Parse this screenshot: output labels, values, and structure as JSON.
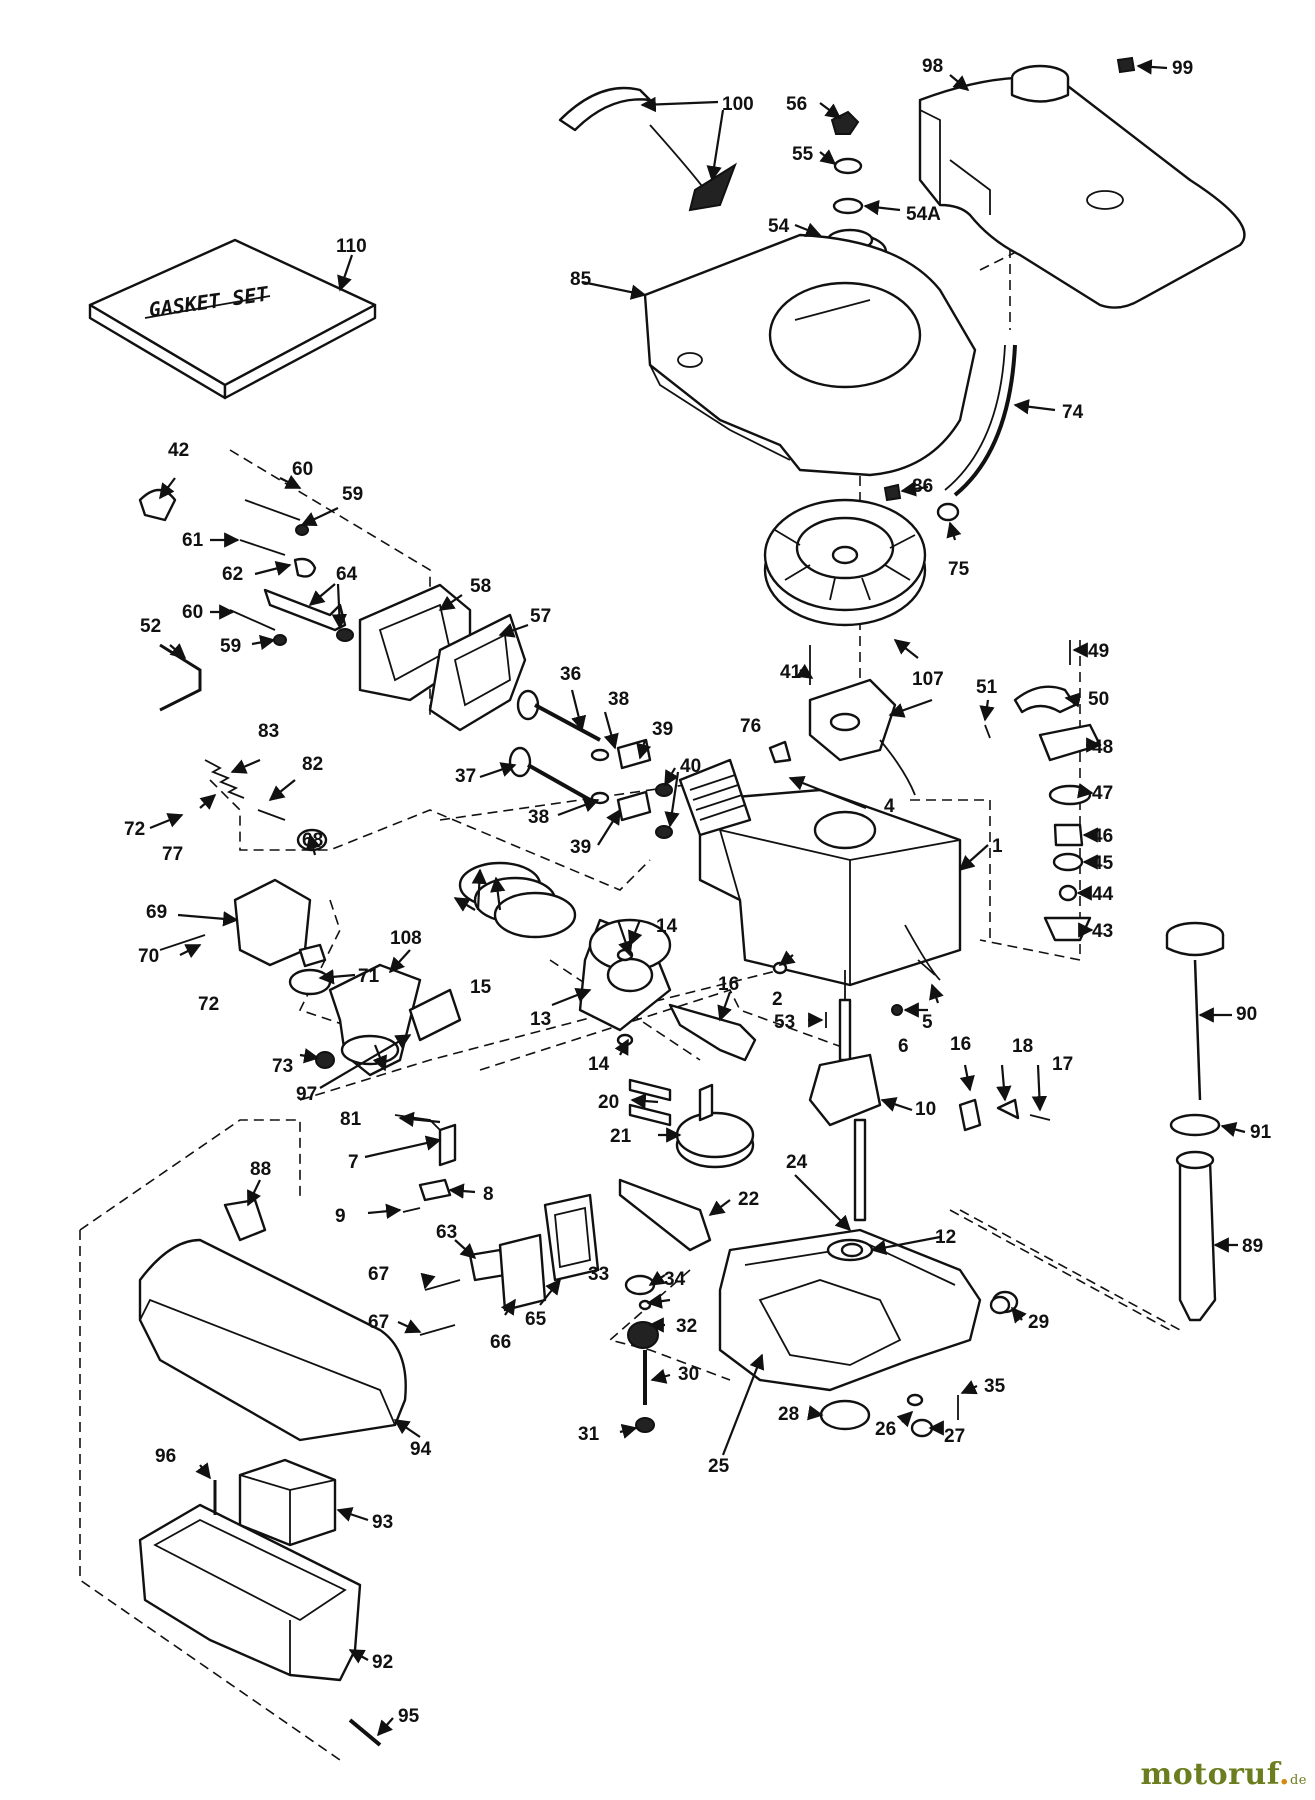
{
  "diagram": {
    "gasket_set_text": "GASKET SET",
    "labels": {
      "l1": "1",
      "l2": "2",
      "l4": "4",
      "l5": "5",
      "l6": "6",
      "l7": "7",
      "l8": "8",
      "l9": "9",
      "l10": "10",
      "l12": "12",
      "l13": "13",
      "l14a": "14",
      "l14b": "14",
      "l15": "15",
      "l16a": "16",
      "l16b": "16",
      "l17": "17",
      "l18": "18",
      "l20": "20",
      "l21": "21",
      "l22": "22",
      "l24": "24",
      "l25": "25",
      "l26": "26",
      "l27": "27",
      "l28": "28",
      "l29": "29",
      "l30": "30",
      "l31": "31",
      "l32": "32",
      "l33": "33",
      "l34": "34",
      "l35": "35",
      "l36": "36",
      "l37": "37",
      "l38a": "38",
      "l38b": "38",
      "l39a": "39",
      "l39b": "39",
      "l40": "40",
      "l41": "41",
      "l42": "42",
      "l43": "43",
      "l44": "44",
      "l45": "45",
      "l46": "46",
      "l47": "47",
      "l48": "48",
      "l49": "49",
      "l50": "50",
      "l51": "51",
      "l52": "52",
      "l53": "53",
      "l54": "54",
      "l54a": "54A",
      "l55": "55",
      "l56": "56",
      "l57": "57",
      "l58": "58",
      "l59a": "59",
      "l59b": "59",
      "l60a": "60",
      "l60b": "60",
      "l61": "61",
      "l62": "62",
      "l63": "63",
      "l64": "64",
      "l65": "65",
      "l66": "66",
      "l67a": "67",
      "l67b": "67",
      "l68": "68",
      "l69": "69",
      "l70": "70",
      "l71": "71",
      "l72a": "72",
      "l72b": "72",
      "l73": "73",
      "l74": "74",
      "l75": "75",
      "l76": "76",
      "l77": "77",
      "l81": "81",
      "l82": "82",
      "l83": "83",
      "l85": "85",
      "l86": "86",
      "l88": "88",
      "l89": "89",
      "l90": "90",
      "l91": "91",
      "l92": "92",
      "l93": "93",
      "l94": "94",
      "l95": "95",
      "l96": "96",
      "l97": "97",
      "l98": "98",
      "l99": "99",
      "l100": "100",
      "l107": "107",
      "l108": "108",
      "l110": "110"
    }
  },
  "watermark": {
    "name": "motoruf",
    "dot": ".",
    "suffix": "de",
    "color_main": "#6b7d1e",
    "color_dot": "#d58a14"
  }
}
